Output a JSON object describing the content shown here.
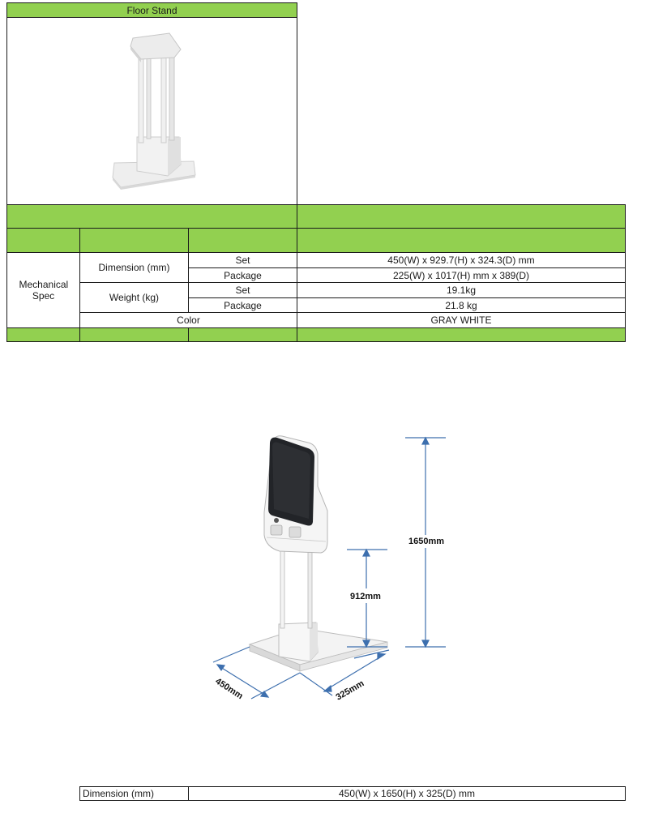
{
  "product": {
    "title": "Floor Stand"
  },
  "spec_table": {
    "group_label": "Mechanical Spec",
    "dimension_label": "Dimension (mm)",
    "weight_label": "Weight (kg)",
    "color_label": "Color",
    "set_label": "Set",
    "package_label": "Package",
    "dim_set_value": "450(W) x 929.7(H) x 324.3(D) mm",
    "dim_package_value": "225(W) x 1017(H) mm x 389(D)",
    "weight_set_value": "19.1kg",
    "weight_package_value": "21.8 kg",
    "color_value": "GRAY WHITE"
  },
  "diagram": {
    "height_total": "1650mm",
    "height_stand": "912mm",
    "width": "450mm",
    "depth": "325mm"
  },
  "bottom_table": {
    "label": "Dimension (mm)",
    "value": "450(W) x 1650(H) x 325(D) mm"
  },
  "colors": {
    "header_green": "#92d050",
    "border": "#1a1a1a",
    "arrow_blue": "#3d6fae"
  }
}
